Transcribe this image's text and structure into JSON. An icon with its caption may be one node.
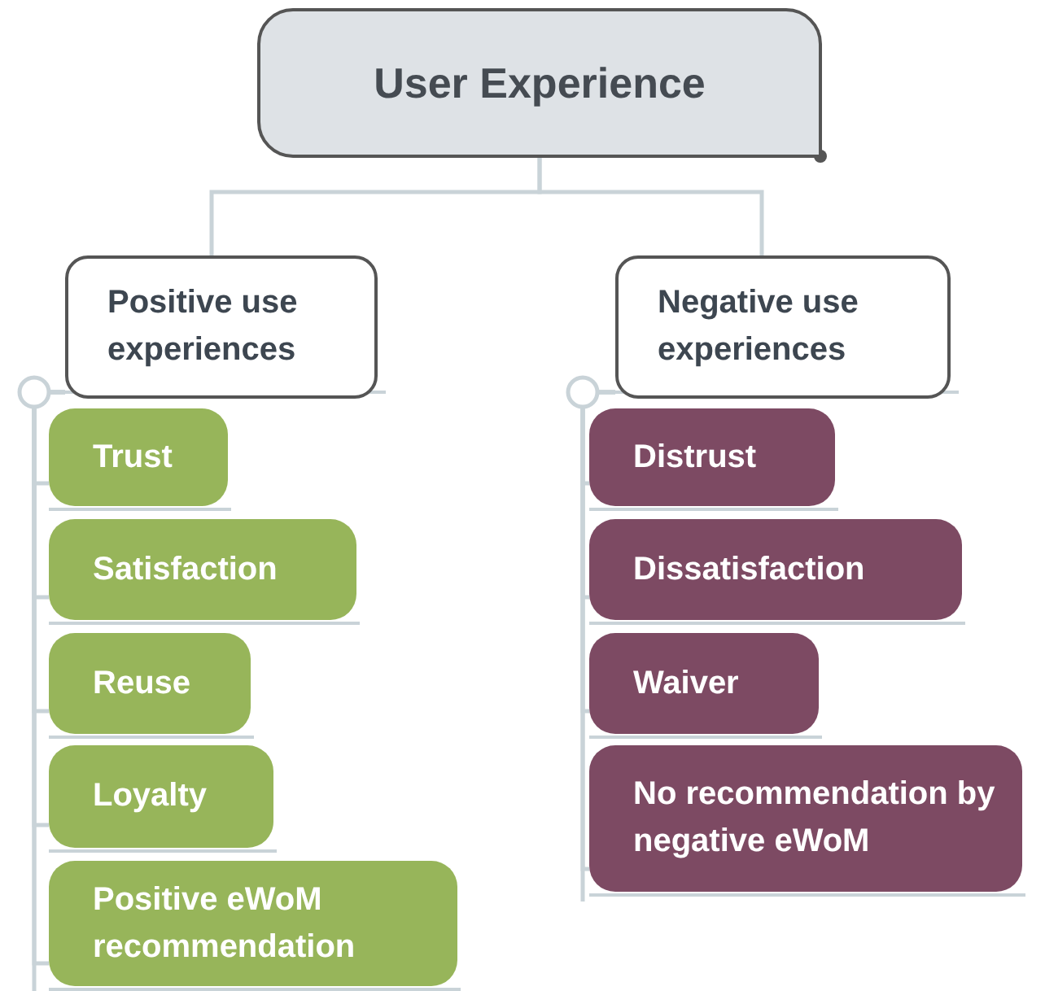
{
  "diagram": {
    "nodes": [
      {
        "text": [
          "User Experience"
        ]
      },
      {
        "text": [
          "Positive use experiences"
        ]
      },
      {
        "text": [
          "Negative use experiences"
        ]
      },
      {
        "text": [
          "Trust"
        ]
      },
      {
        "text": [
          "Satisfaction"
        ]
      },
      {
        "text": [
          "Reuse"
        ]
      },
      {
        "text": [
          "Loyalty"
        ]
      },
      {
        "text": [
          "Positive eWoM recommendation"
        ]
      },
      {
        "text": [
          "Distrust"
        ]
      },
      {
        "text": [
          "Dissatisfaction"
        ]
      },
      {
        "text": [
          "Waiver"
        ]
      },
      {
        "text": [
          "No recommendation by negative eWoM"
        ]
      }
    ],
    "edges": [
      {
        "from": 0,
        "to": 1,
        "arrow": "none"
      },
      {
        "from": 0,
        "to": 2,
        "arrow": "none"
      },
      {
        "from": 1,
        "to": 3,
        "arrow": "none"
      },
      {
        "from": 1,
        "to": 4,
        "arrow": "none"
      },
      {
        "from": 1,
        "to": 5,
        "arrow": "none"
      },
      {
        "from": 1,
        "to": 6,
        "arrow": "none"
      },
      {
        "from": 1,
        "to": 7,
        "arrow": "none"
      },
      {
        "from": 2,
        "to": 8,
        "arrow": "none"
      },
      {
        "from": 2,
        "to": 9,
        "arrow": "none"
      },
      {
        "from": 2,
        "to": 10,
        "arrow": "none"
      },
      {
        "from": 2,
        "to": 11,
        "arrow": "none"
      }
    ]
  }
}
